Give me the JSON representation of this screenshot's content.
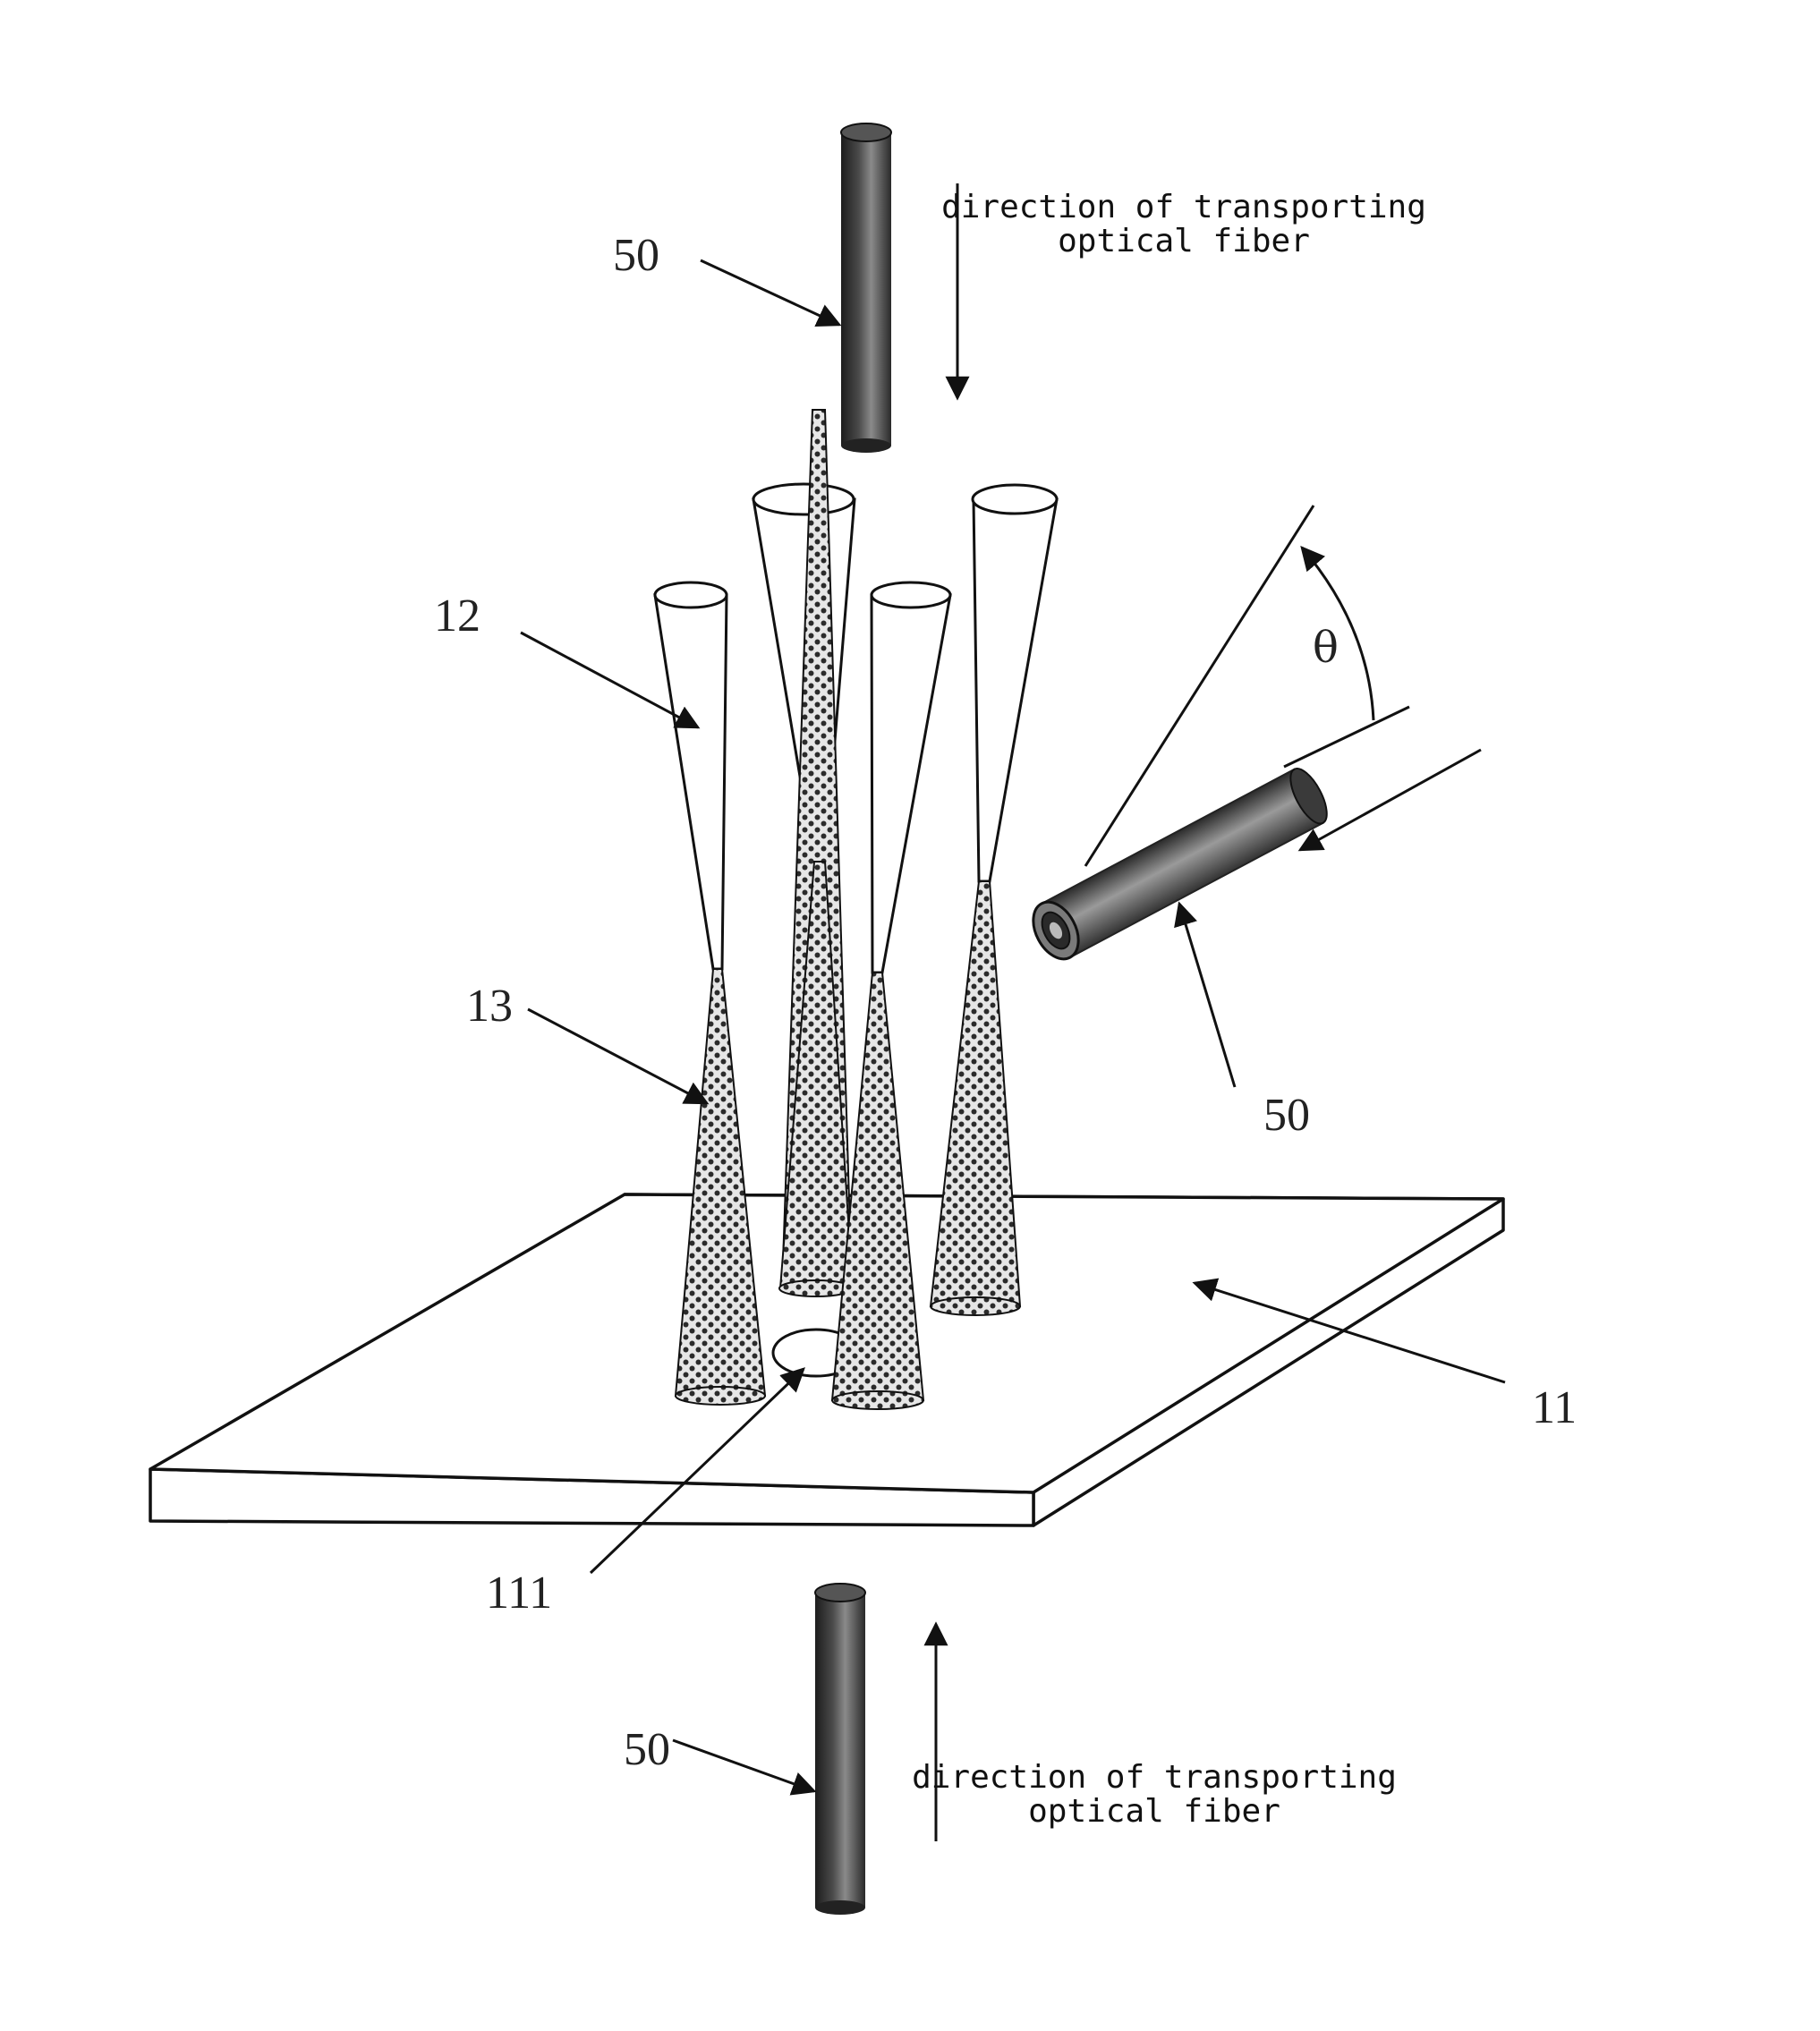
{
  "labels": {
    "fiber_top": "50",
    "fiber_side": "50",
    "fiber_bottom": "50",
    "hollow_cone": "12",
    "dotted_cone": "13",
    "plate": "11",
    "hole": "111",
    "angle": "θ"
  },
  "notes": {
    "top": [
      "direction of transporting",
      "optical fiber"
    ],
    "bottom": [
      "direction of transporting",
      "optical fiber"
    ]
  }
}
